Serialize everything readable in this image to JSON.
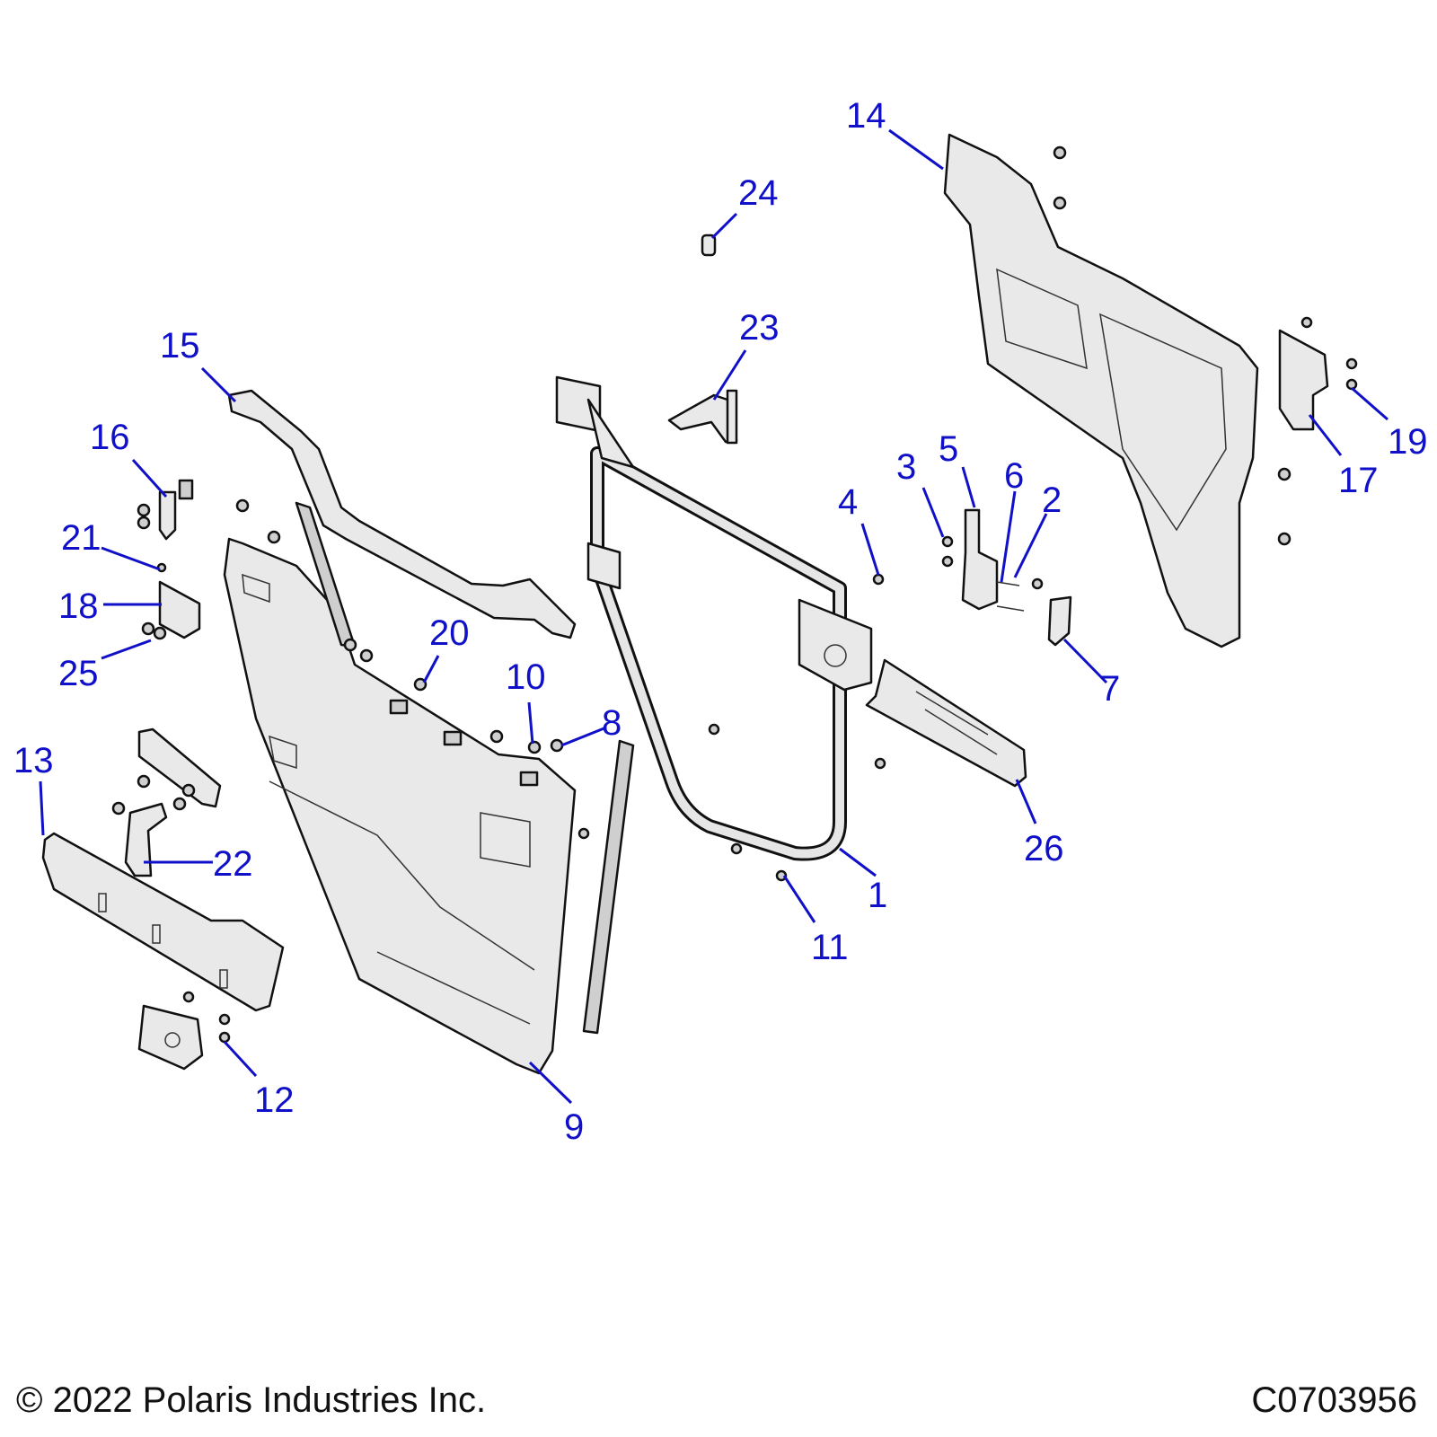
{
  "diagram": {
    "type": "exploded-parts-diagram",
    "callouts": [
      {
        "id": "1",
        "label": "1"
      },
      {
        "id": "2",
        "label": "2"
      },
      {
        "id": "3",
        "label": "3"
      },
      {
        "id": "4",
        "label": "4"
      },
      {
        "id": "5",
        "label": "5"
      },
      {
        "id": "6",
        "label": "6"
      },
      {
        "id": "7",
        "label": "7"
      },
      {
        "id": "8",
        "label": "8"
      },
      {
        "id": "9",
        "label": "9"
      },
      {
        "id": "10",
        "label": "10"
      },
      {
        "id": "11",
        "label": "11"
      },
      {
        "id": "12",
        "label": "12"
      },
      {
        "id": "13",
        "label": "13"
      },
      {
        "id": "14",
        "label": "14"
      },
      {
        "id": "15",
        "label": "15"
      },
      {
        "id": "16",
        "label": "16"
      },
      {
        "id": "17",
        "label": "17"
      },
      {
        "id": "18",
        "label": "18"
      },
      {
        "id": "19",
        "label": "19"
      },
      {
        "id": "20",
        "label": "20"
      },
      {
        "id": "21",
        "label": "21"
      },
      {
        "id": "22",
        "label": "22"
      },
      {
        "id": "23",
        "label": "23"
      },
      {
        "id": "24",
        "label": "24"
      },
      {
        "id": "25",
        "label": "25"
      },
      {
        "id": "26",
        "label": "26"
      }
    ]
  },
  "footer": {
    "copyright": "© 2022 Polaris Industries Inc.",
    "figure_id": "C0703956"
  },
  "colors": {
    "callout": "#1010c8",
    "line": "#111111",
    "part_fill": "#e9e9e9"
  }
}
